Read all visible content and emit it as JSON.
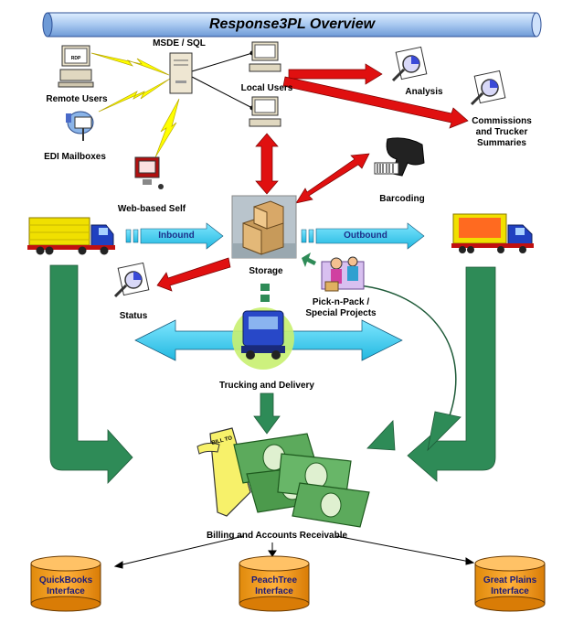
{
  "title": "Response3PL Overview",
  "nodes": {
    "msde_sql": "MSDE / SQL",
    "remote_users": "Remote Users",
    "edi_mailboxes": "EDI Mailboxes",
    "web_based_self": "Web-based Self",
    "local_users": "Local Users",
    "analysis": "Analysis",
    "commissions": "Commissions and Trucker Summaries",
    "barcoding": "Barcoding",
    "storage": "Storage",
    "status": "Status",
    "pick_n_pack": "Pick-n-Pack / Special Projects",
    "trucking": "Trucking and Delivery",
    "billing": "Billing and Accounts Receivable",
    "inbound": "Inbound",
    "outbound": "Outbound",
    "rdp": "RDP",
    "bill_to": "BILL TO"
  },
  "interfaces": [
    {
      "name": "QuickBooks Interface"
    },
    {
      "name": "PeachTree Interface"
    },
    {
      "name": "Great Plains Interface"
    }
  ],
  "colors": {
    "title_bar": "#a8c8f0",
    "lightning": "#ffff00",
    "red_arrow": "#e01010",
    "cyan_arrow": "#33ccee",
    "green_arrow": "#2e8b57",
    "db_fill": "#f5a623",
    "money": "#2e7d32",
    "bill": "#f7f16a"
  },
  "icons": [
    "computer-icon",
    "magnifier-chart-icon",
    "barcode-scanner-icon",
    "truck-icon",
    "boxes-icon",
    "money-icon",
    "mailbox-icon",
    "database-icon"
  ]
}
